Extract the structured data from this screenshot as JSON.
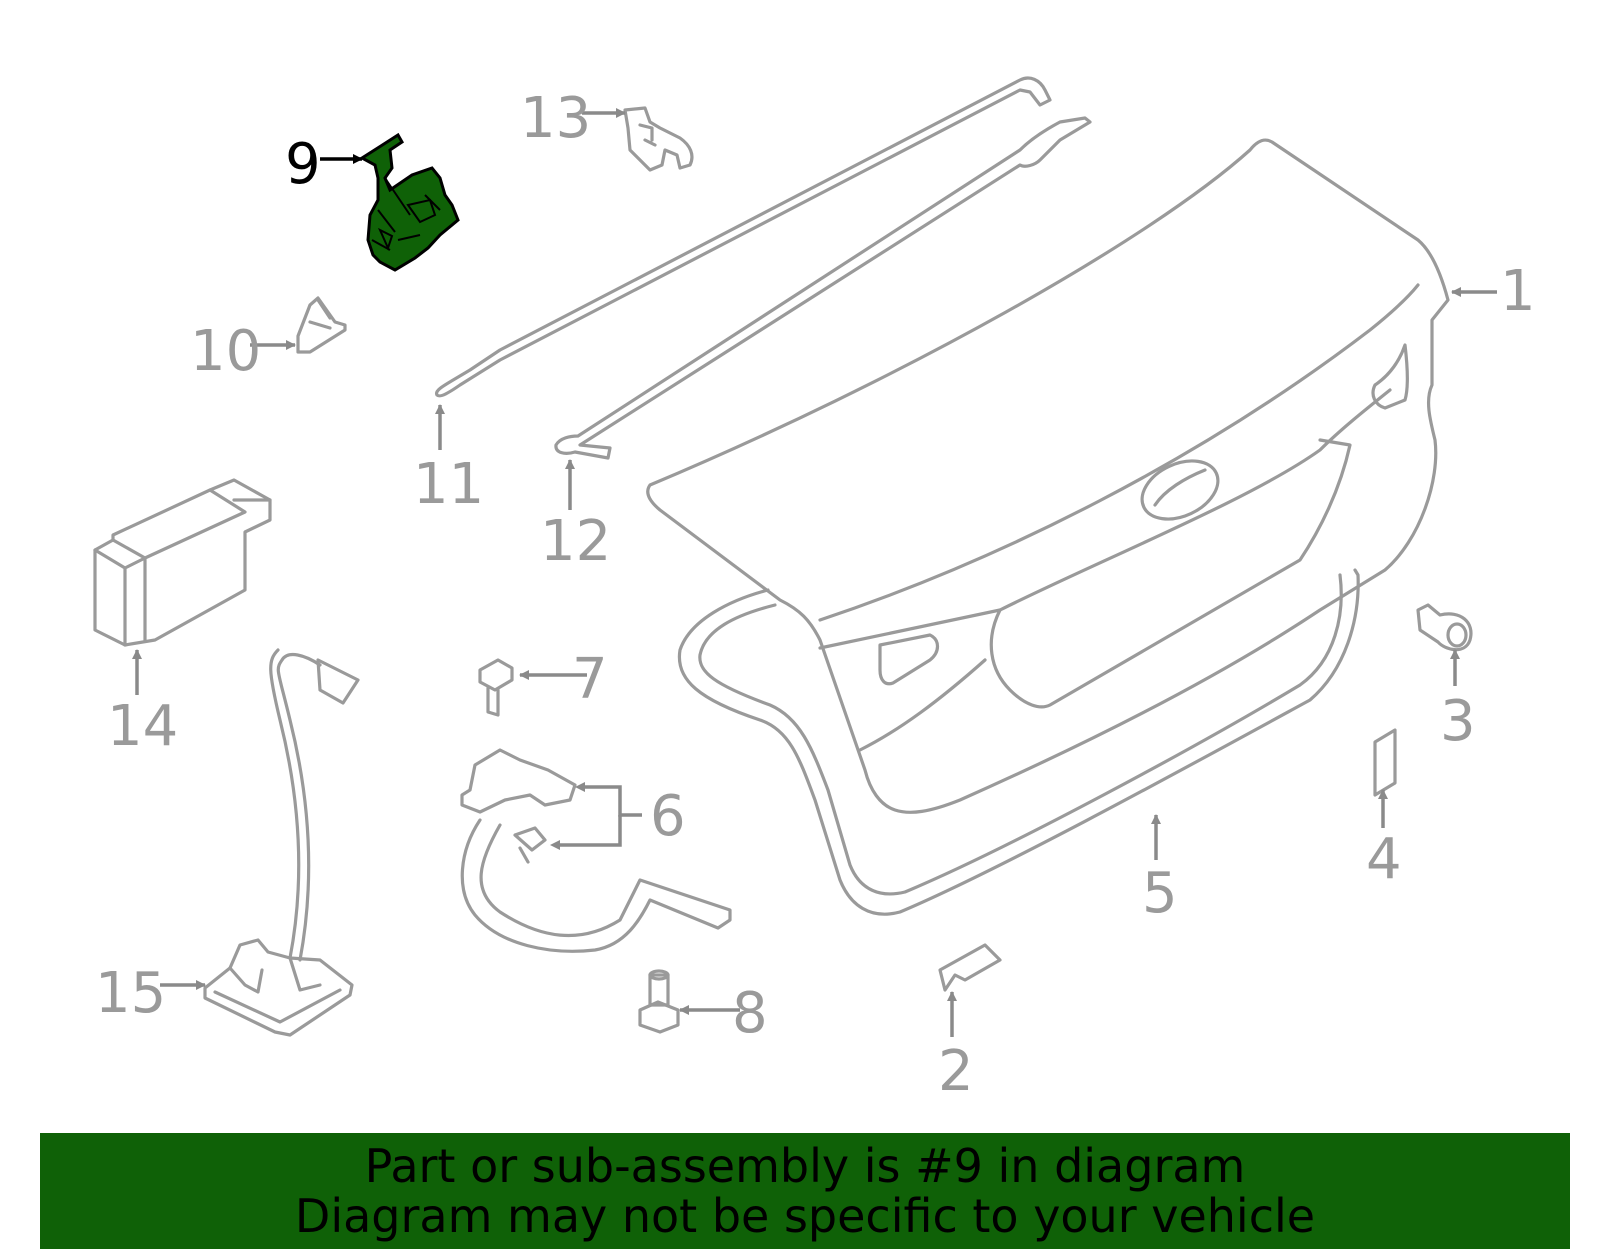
{
  "diagram": {
    "highlight_color": "#0f6107",
    "part_color": "#9a9a9a",
    "callouts": [
      {
        "id": "1",
        "label": "1"
      },
      {
        "id": "2",
        "label": "2"
      },
      {
        "id": "3",
        "label": "3"
      },
      {
        "id": "4",
        "label": "4"
      },
      {
        "id": "5",
        "label": "5"
      },
      {
        "id": "6",
        "label": "6"
      },
      {
        "id": "7",
        "label": "7"
      },
      {
        "id": "8",
        "label": "8"
      },
      {
        "id": "9",
        "label": "9",
        "highlighted": true
      },
      {
        "id": "10",
        "label": "10"
      },
      {
        "id": "11",
        "label": "11"
      },
      {
        "id": "12",
        "label": "12"
      },
      {
        "id": "13",
        "label": "13"
      },
      {
        "id": "14",
        "label": "14"
      },
      {
        "id": "15",
        "label": "15"
      }
    ]
  },
  "banner": {
    "line1": "Part or sub-assembly is #9 in diagram",
    "line2": "Diagram may not be specific to your vehicle",
    "background": "#0f6107"
  }
}
